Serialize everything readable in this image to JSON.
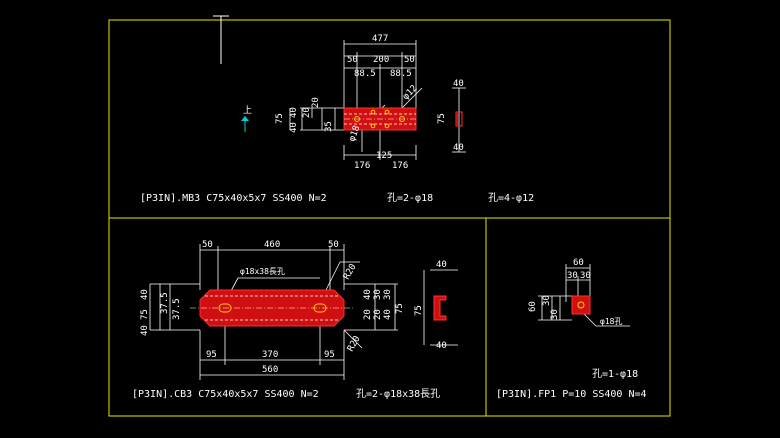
{
  "colors": {
    "background": "#000000",
    "frame": "#e6e600",
    "drawing": "#ffffff",
    "part_fill": "#d01010",
    "part_edge": "#ff3030",
    "hidden_line": "#ffffff",
    "marker": "#00d0d0",
    "hole_mark": "#ffcc00"
  },
  "panel_mb3": {
    "caption": "[P3IN].MB3 C75x40x5x7 SS400 N=2",
    "hole_note_1": "孔=2-φ18",
    "hole_note_2": "孔=4-φ12",
    "marker_label": "上",
    "dims": {
      "overall": "477",
      "d50_left": "50",
      "d200": "200",
      "d50_right": "50",
      "d88_left": "88.5",
      "d88_right": "88.5",
      "side_75": "75",
      "side_40a": "40",
      "side_40b": "40",
      "side_20a": "20",
      "side_20b": "20",
      "side_35": "35",
      "d176_left": "176",
      "d176_right": "176",
      "d125": "125",
      "phi12": "φ12",
      "phi18": "φ18",
      "sec_40_top": "40",
      "sec_75": "75",
      "sec_40_bot": "40"
    }
  },
  "panel_cb3": {
    "caption": "[P3IN].CB3 C75x40x5x7 SS400 N=2",
    "hole_note": "孔=2-φ18x38長孔",
    "dims": {
      "d50_left": "50",
      "d460": "460",
      "d50_right": "50",
      "slot_label": "φ18x38長孔",
      "r20_top": "R20",
      "r20_bot": "R20",
      "side_40": "40",
      "side_75": "75",
      "side_40b": "40",
      "side_375": "37.5",
      "side_375b": "37.5",
      "r_40": "40",
      "r_30": "30",
      "r_20a": "20",
      "r_20b": "20",
      "r_30b": "30",
      "r_40b": "40",
      "r_75": "75",
      "d95_left": "95",
      "d370": "370",
      "d95_right": "95",
      "d560": "560",
      "sec_40_top": "40",
      "sec_75": "75",
      "sec_40_bot": "40"
    }
  },
  "panel_fp1": {
    "caption": "[P3IN].FP1 P=10 SS400 N=4",
    "hole_note": "孔=1-φ18",
    "dims": {
      "top_60": "60",
      "top_30a": "30",
      "top_30b": "30",
      "side_60": "60",
      "side_30a": "30",
      "side_30b": "30",
      "hole_label": "φ18孔"
    }
  }
}
